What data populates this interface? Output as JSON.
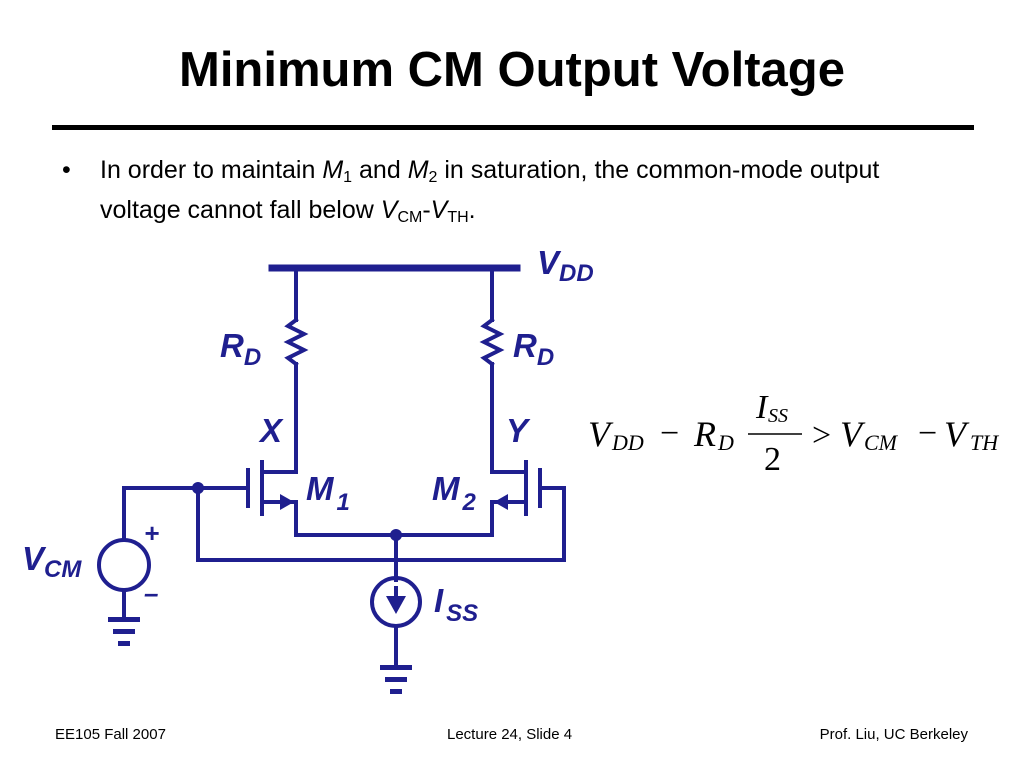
{
  "slide": {
    "title": "Minimum CM Output Voltage",
    "bullet": {
      "t1": "In order to maintain ",
      "m": "M",
      "one": "1",
      "t2": " and ",
      "two": "2",
      "t3": " in saturation, the common-mode output voltage cannot fall below ",
      "v": "V",
      "cm": "CM",
      "dash": "-",
      "th": "TH",
      "period": "."
    }
  },
  "circuit": {
    "vdd_main": "V",
    "vdd_sub": "DD",
    "rd_main": "R",
    "rd_sub": "D",
    "node_x": "X",
    "node_y": "Y",
    "m1_main": "M",
    "m1_sub": "1",
    "m2_main": "M",
    "m2_sub": "2",
    "vcm_main": "V",
    "vcm_sub": "CM",
    "iss_main": "I",
    "iss_sub": "SS",
    "plus": "+",
    "minus": "–",
    "wire_color": "#1f1f8f"
  },
  "equation": {
    "v": "V",
    "dd": "DD",
    "minus": "−",
    "r": "R",
    "d": "D",
    "i": "I",
    "ss": "SS",
    "two": "2",
    "gt": ">",
    "cm": "CM",
    "th": "TH"
  },
  "footer": {
    "left": "EE105 Fall 2007",
    "center": "Lecture 24, Slide 4",
    "right": "Prof. Liu, UC Berkeley"
  }
}
